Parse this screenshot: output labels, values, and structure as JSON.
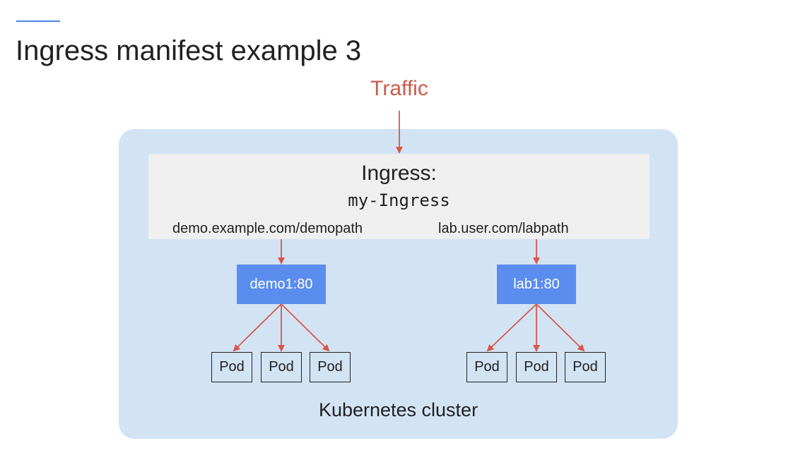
{
  "title": "Ingress manifest example 3",
  "traffic": "Traffic",
  "ingress": {
    "label": "Ingress:",
    "name": "my-Ingress",
    "paths": [
      "demo.example.com/demopath",
      "lab.user.com/labpath"
    ]
  },
  "services": [
    "demo1:80",
    "lab1:80"
  ],
  "pod_label": "Pod",
  "cluster_label": "Kubernetes cluster",
  "colors": {
    "accent": "#4a86e8",
    "traffic": "#cc5a4a",
    "arrow": "#d9574a",
    "cluster": "#d2e3f4",
    "ingress": "#efefef",
    "service": "#5b8def"
  }
}
